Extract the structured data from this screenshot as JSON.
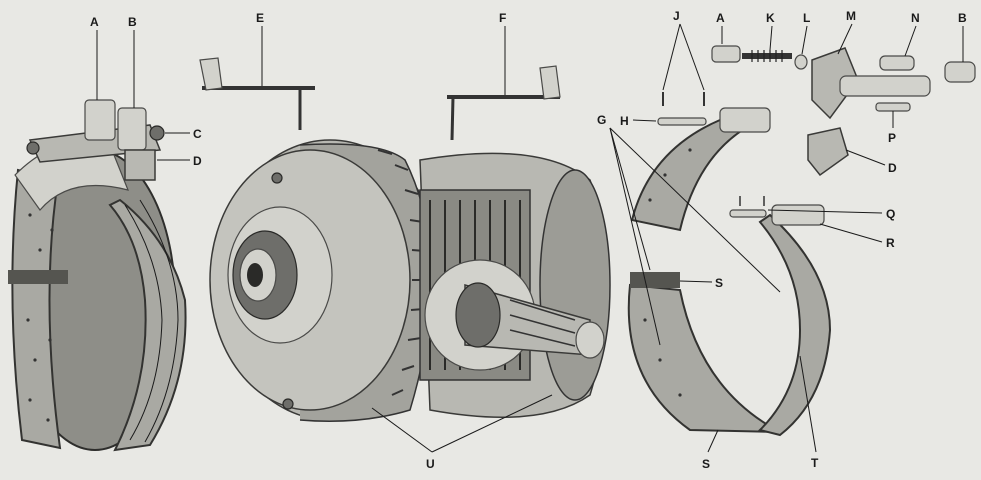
{
  "labels": {
    "A": "A",
    "B": "B",
    "C": "C",
    "D": "D",
    "E": "E",
    "F": "F",
    "G": "G",
    "H": "H",
    "J": "J",
    "K": "K",
    "L": "L",
    "M": "M",
    "N": "N",
    "P": "P",
    "Q": "Q",
    "R": "R",
    "S": "S",
    "T": "T",
    "U": "U"
  }
}
